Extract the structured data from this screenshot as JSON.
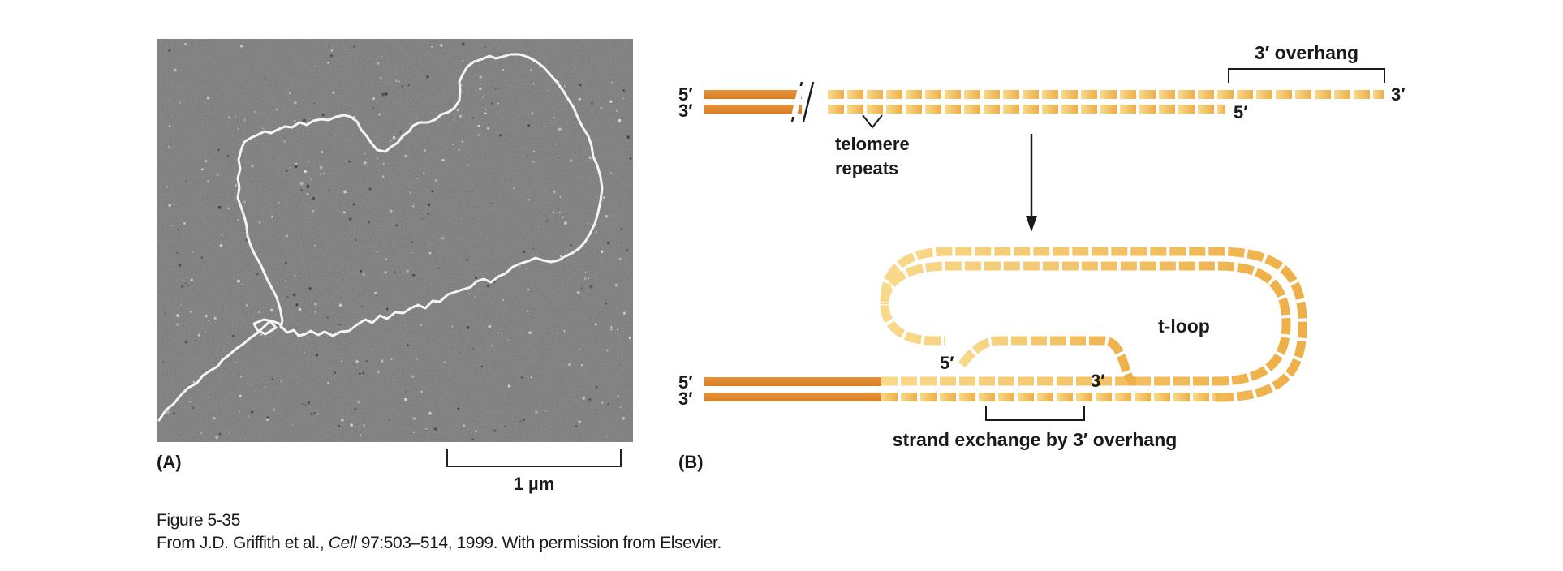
{
  "panel_a": {
    "label": "(A)",
    "scale_bar_label": "1 µm"
  },
  "panel_b": {
    "label": "(B)",
    "top": {
      "left_5": "5′",
      "left_3": "3′",
      "overhang_label": "3′ overhang",
      "overhang_end": "3′",
      "bottom_end": "5′",
      "repeats_line1": "telomere",
      "repeats_line2": "repeats"
    },
    "bottom": {
      "left_5": "5′",
      "left_3": "3′",
      "tloop_label": "t-loop",
      "inner_5": "5′",
      "inner_3": "3′",
      "exchange_label": "strand exchange by 3′ overhang"
    }
  },
  "caption": {
    "figure_number": "Figure 5-35",
    "source_prefix": "From J.D. Griffith et al., ",
    "source_journal": "Cell",
    "source_suffix": " 97:503–514, 1999. With permission from Elsevier."
  },
  "colors": {
    "dna_solid": "#e38c2f",
    "repeat_light": "#f7d583",
    "repeat_dark": "#eeb24b",
    "micrograph_bg": "#6f6f6f"
  }
}
